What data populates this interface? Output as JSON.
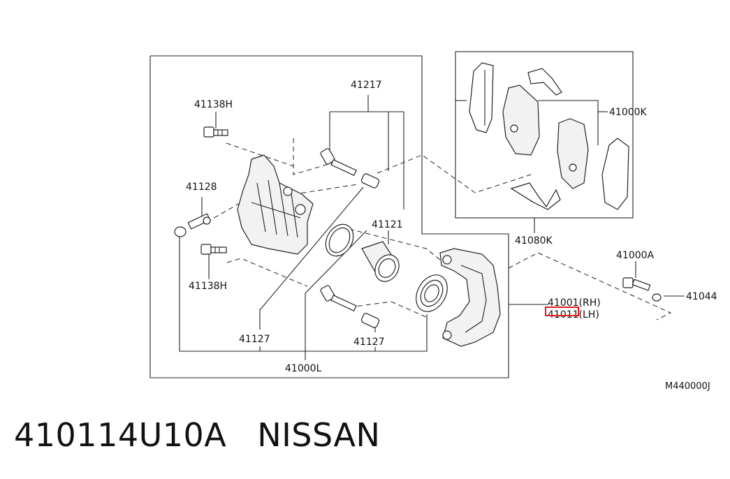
{
  "parts": {
    "p41217": "41217",
    "p41138h_top": "41138H",
    "p41128": "41128",
    "p41138h_bottom": "41138H",
    "p41121": "41121",
    "p41127_left": "41127",
    "p41127_right": "41127",
    "p41000l": "41000L",
    "p41000k": "41000K",
    "p41080k": "41080K",
    "p41000a": "41000A",
    "p41044": "41044",
    "p41001": "41001(RH)",
    "p41011": "41011(LH)"
  },
  "diagram_ref": "M440000J",
  "caption": {
    "part_number": "410114U10A",
    "brand": "NISSAN"
  },
  "highlight": {
    "target": "41011(LH)",
    "color": "#e01a1a"
  }
}
